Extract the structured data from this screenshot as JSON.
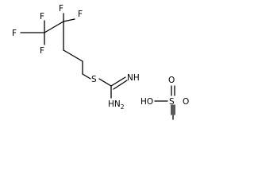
{
  "molecule_left": {
    "atoms": {
      "f_top_left": "F",
      "f_top_right": "F",
      "f_mid": "F",
      "f_left": "F",
      "f_bottom": "F",
      "s": "S",
      "nh": "NH",
      "nh2_n": "H",
      "nh2_h": "N",
      "nh2_sub": "2"
    }
  },
  "molecule_right": {
    "atoms": {
      "o_top": "O",
      "o_bottom": "O",
      "s": "S",
      "oh_h": "HO"
    }
  },
  "colors": {
    "bond": "#000000",
    "label": "#000000",
    "background": "#ffffff"
  }
}
